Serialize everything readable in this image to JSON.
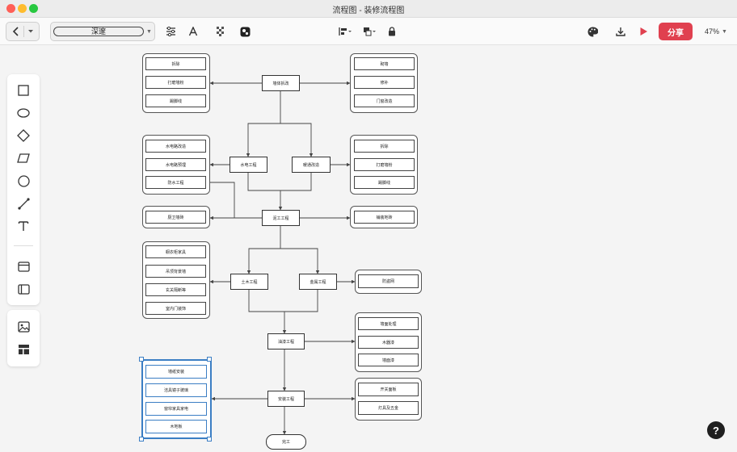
{
  "window": {
    "title": "流程图 - 装修流程图"
  },
  "toolbar": {
    "style_select_value": "深邃",
    "share_label": "分享",
    "zoom": "47%"
  },
  "flow": {
    "wall": {
      "label": "墙体拆改",
      "left": [
        "拆除",
        "打磨墙粉",
        "踢脚线"
      ],
      "right": [
        "砌墙",
        "修补",
        "门窗改造"
      ]
    },
    "water": {
      "label": "水电工程",
      "left": [
        "水电路改造",
        "水电路预埋",
        "防水工程"
      ]
    },
    "hvac": {
      "label": "暖通改造",
      "right": [
        "拆除",
        "打磨墙粉",
        "踢脚线"
      ]
    },
    "tile": {
      "label": "泥工工程",
      "left": [
        "厨卫墙砖"
      ],
      "right": [
        "铺装地砖"
      ]
    },
    "wood": {
      "label": "土木工程",
      "left": [
        "橱衣柜家具",
        "吊顶背景墙",
        "玄关隔断等",
        "室内门装饰"
      ]
    },
    "metal": {
      "label": "金属工程",
      "right": [
        "防盗网"
      ]
    },
    "paint": {
      "label": "油漆工程",
      "right": [
        "墙面处理",
        "木器漆",
        "墙面漆"
      ]
    },
    "install": {
      "label": "安装工程",
      "left": [
        "墙纸安装",
        "洁具镜子玻璃",
        "窗帘家具家电",
        "木地板"
      ],
      "right": [
        "开关面板",
        "灯具及五金"
      ]
    },
    "done": {
      "label": "完工"
    }
  },
  "icons": {
    "toolbar": [
      "chevron-left-icon",
      "chevron-down-icon",
      "sliders-icon",
      "text-format-icon",
      "pattern-icon",
      "cube-icon",
      "align-icon",
      "layer-icon",
      "lock-icon",
      "palette-icon",
      "download-icon",
      "present-icon"
    ],
    "shapes": [
      "rectangle-icon",
      "ellipse-icon",
      "diamond-icon",
      "parallelogram-icon",
      "circle-icon",
      "line-icon",
      "text-icon",
      "container-icon",
      "swimlane-icon"
    ],
    "insert": [
      "image-icon",
      "template-icon"
    ]
  },
  "colors": {
    "accent": "#e0404f",
    "selection": "#3b7ec4"
  }
}
